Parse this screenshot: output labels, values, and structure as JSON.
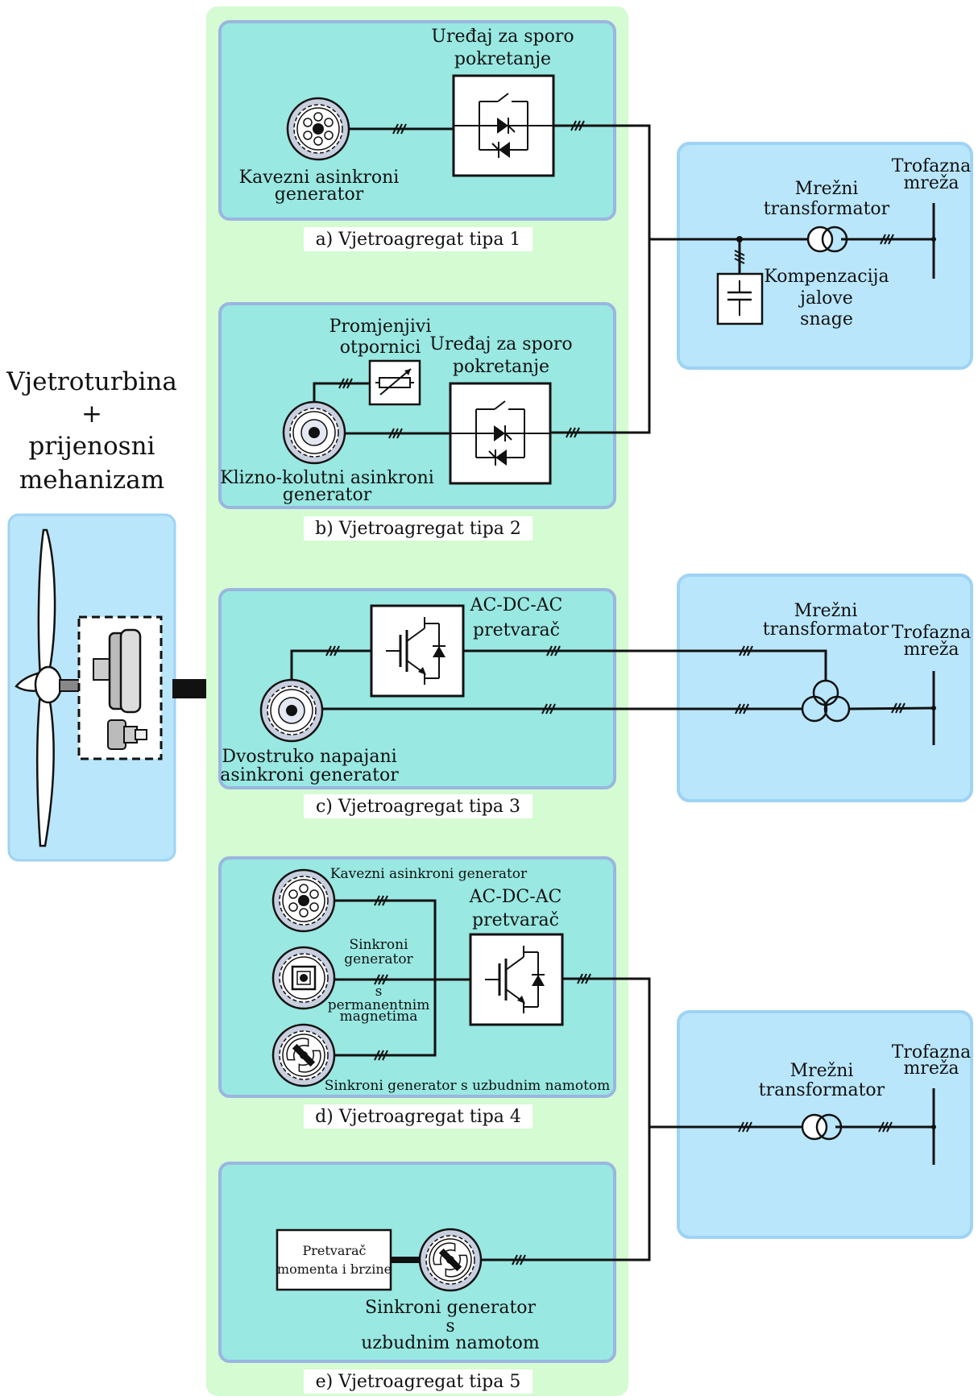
{
  "turbine": {
    "title_lines": [
      "Vjetroturbina",
      "+",
      "prijenosni",
      "mehanizam"
    ]
  },
  "type1": {
    "caption": "a) Vjetroagregat tipa 1",
    "generator_lines": [
      "Kavezni asinkroni",
      "generator"
    ],
    "softstart_lines": [
      "Uređaj za sporo",
      "pokretanje"
    ]
  },
  "type2": {
    "caption": "b) Vjetroagregat tipa 2",
    "generator_lines": [
      "Klizno-kolutni asinkroni",
      "generator"
    ],
    "resistor_lines": [
      "Promjenjivi",
      "otpornici"
    ],
    "softstart_lines": [
      "Uređaj za sporo",
      "pokretanje"
    ]
  },
  "type3": {
    "caption": "c) Vjetroagregat tipa 3",
    "generator_lines": [
      "Dvostruko napajani",
      "asinkroni generator"
    ],
    "converter_lines": [
      "AC-DC-AC",
      "pretvarač"
    ]
  },
  "type4": {
    "caption": "d) Vjetroagregat tipa 4",
    "gen_cage": "Kavezni asinkroni generator",
    "gen_pm_lines": [
      "Sinkroni",
      "generator",
      "s",
      "permanentnim",
      "magnetima"
    ],
    "gen_wound": "Sinkroni generator s uzbudnim namotom",
    "converter_lines": [
      "AC-DC-AC",
      "pretvarač"
    ]
  },
  "type5": {
    "caption": "e) Vjetroagregat tipa 5",
    "converter_lines": [
      "Pretvarač",
      "momenta i brzine"
    ],
    "generator_lines": [
      "Sinkroni generator",
      "s",
      "uzbudnim namotom"
    ]
  },
  "grid1": {
    "grid_lines": [
      "Trofazna",
      "mreža"
    ],
    "transformer_lines": [
      "Mrežni",
      "transformator"
    ],
    "compensation_lines": [
      "Kompenzacija",
      "jalove",
      "snage"
    ]
  },
  "grid2": {
    "grid_lines": [
      "Trofazna",
      "mreža"
    ],
    "transformer_lines": [
      "Mrežni",
      "transformator"
    ]
  },
  "grid3": {
    "grid_lines": [
      "Trofazna",
      "mreža"
    ],
    "transformer_lines": [
      "Mrežni",
      "transformator"
    ]
  },
  "colors": {
    "outer_green": "#d4fbd2",
    "panel_teal": "#99e8e2",
    "panel_blue": "#b9e6fb",
    "border_blue": "#9ab6e0",
    "machine_fill": "#c8d0e0"
  }
}
